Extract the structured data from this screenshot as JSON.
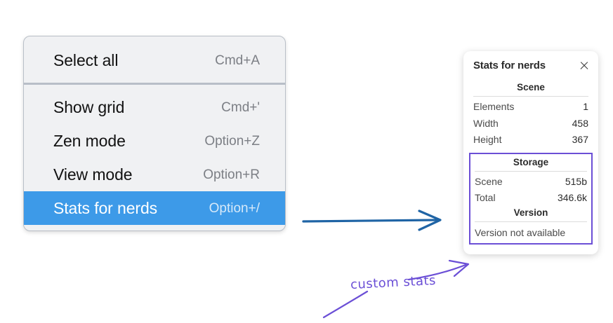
{
  "context_menu": {
    "groups": [
      {
        "items": [
          {
            "label": "Select all",
            "shortcut": "Cmd+A",
            "selected": false
          }
        ]
      },
      {
        "items": [
          {
            "label": "Show grid",
            "shortcut": "Cmd+'",
            "selected": false
          },
          {
            "label": "Zen mode",
            "shortcut": "Option+Z",
            "selected": false
          },
          {
            "label": "View mode",
            "shortcut": "Option+R",
            "selected": false
          },
          {
            "label": "Stats for nerds",
            "shortcut": "Option+/",
            "selected": true
          }
        ]
      }
    ],
    "selected_highlight_color": "#3d9ae8"
  },
  "stats_panel": {
    "title": "Stats for nerds",
    "close_icon": "close-icon",
    "scene": {
      "heading": "Scene",
      "rows": [
        {
          "key": "Elements",
          "value": "1"
        },
        {
          "key": "Width",
          "value": "458"
        },
        {
          "key": "Height",
          "value": "367"
        }
      ]
    },
    "storage": {
      "heading": "Storage",
      "rows": [
        {
          "key": "Scene",
          "value": "515b"
        },
        {
          "key": "Total",
          "value": "346.6k"
        }
      ]
    },
    "version": {
      "heading": "Version",
      "text": "Version not available"
    },
    "highlight_color": "#6b4fd6"
  },
  "annotations": {
    "flow_arrow_color": "#1f64a5",
    "custom_stats_label": "custom stats",
    "custom_stats_color": "#6b4fd6"
  }
}
